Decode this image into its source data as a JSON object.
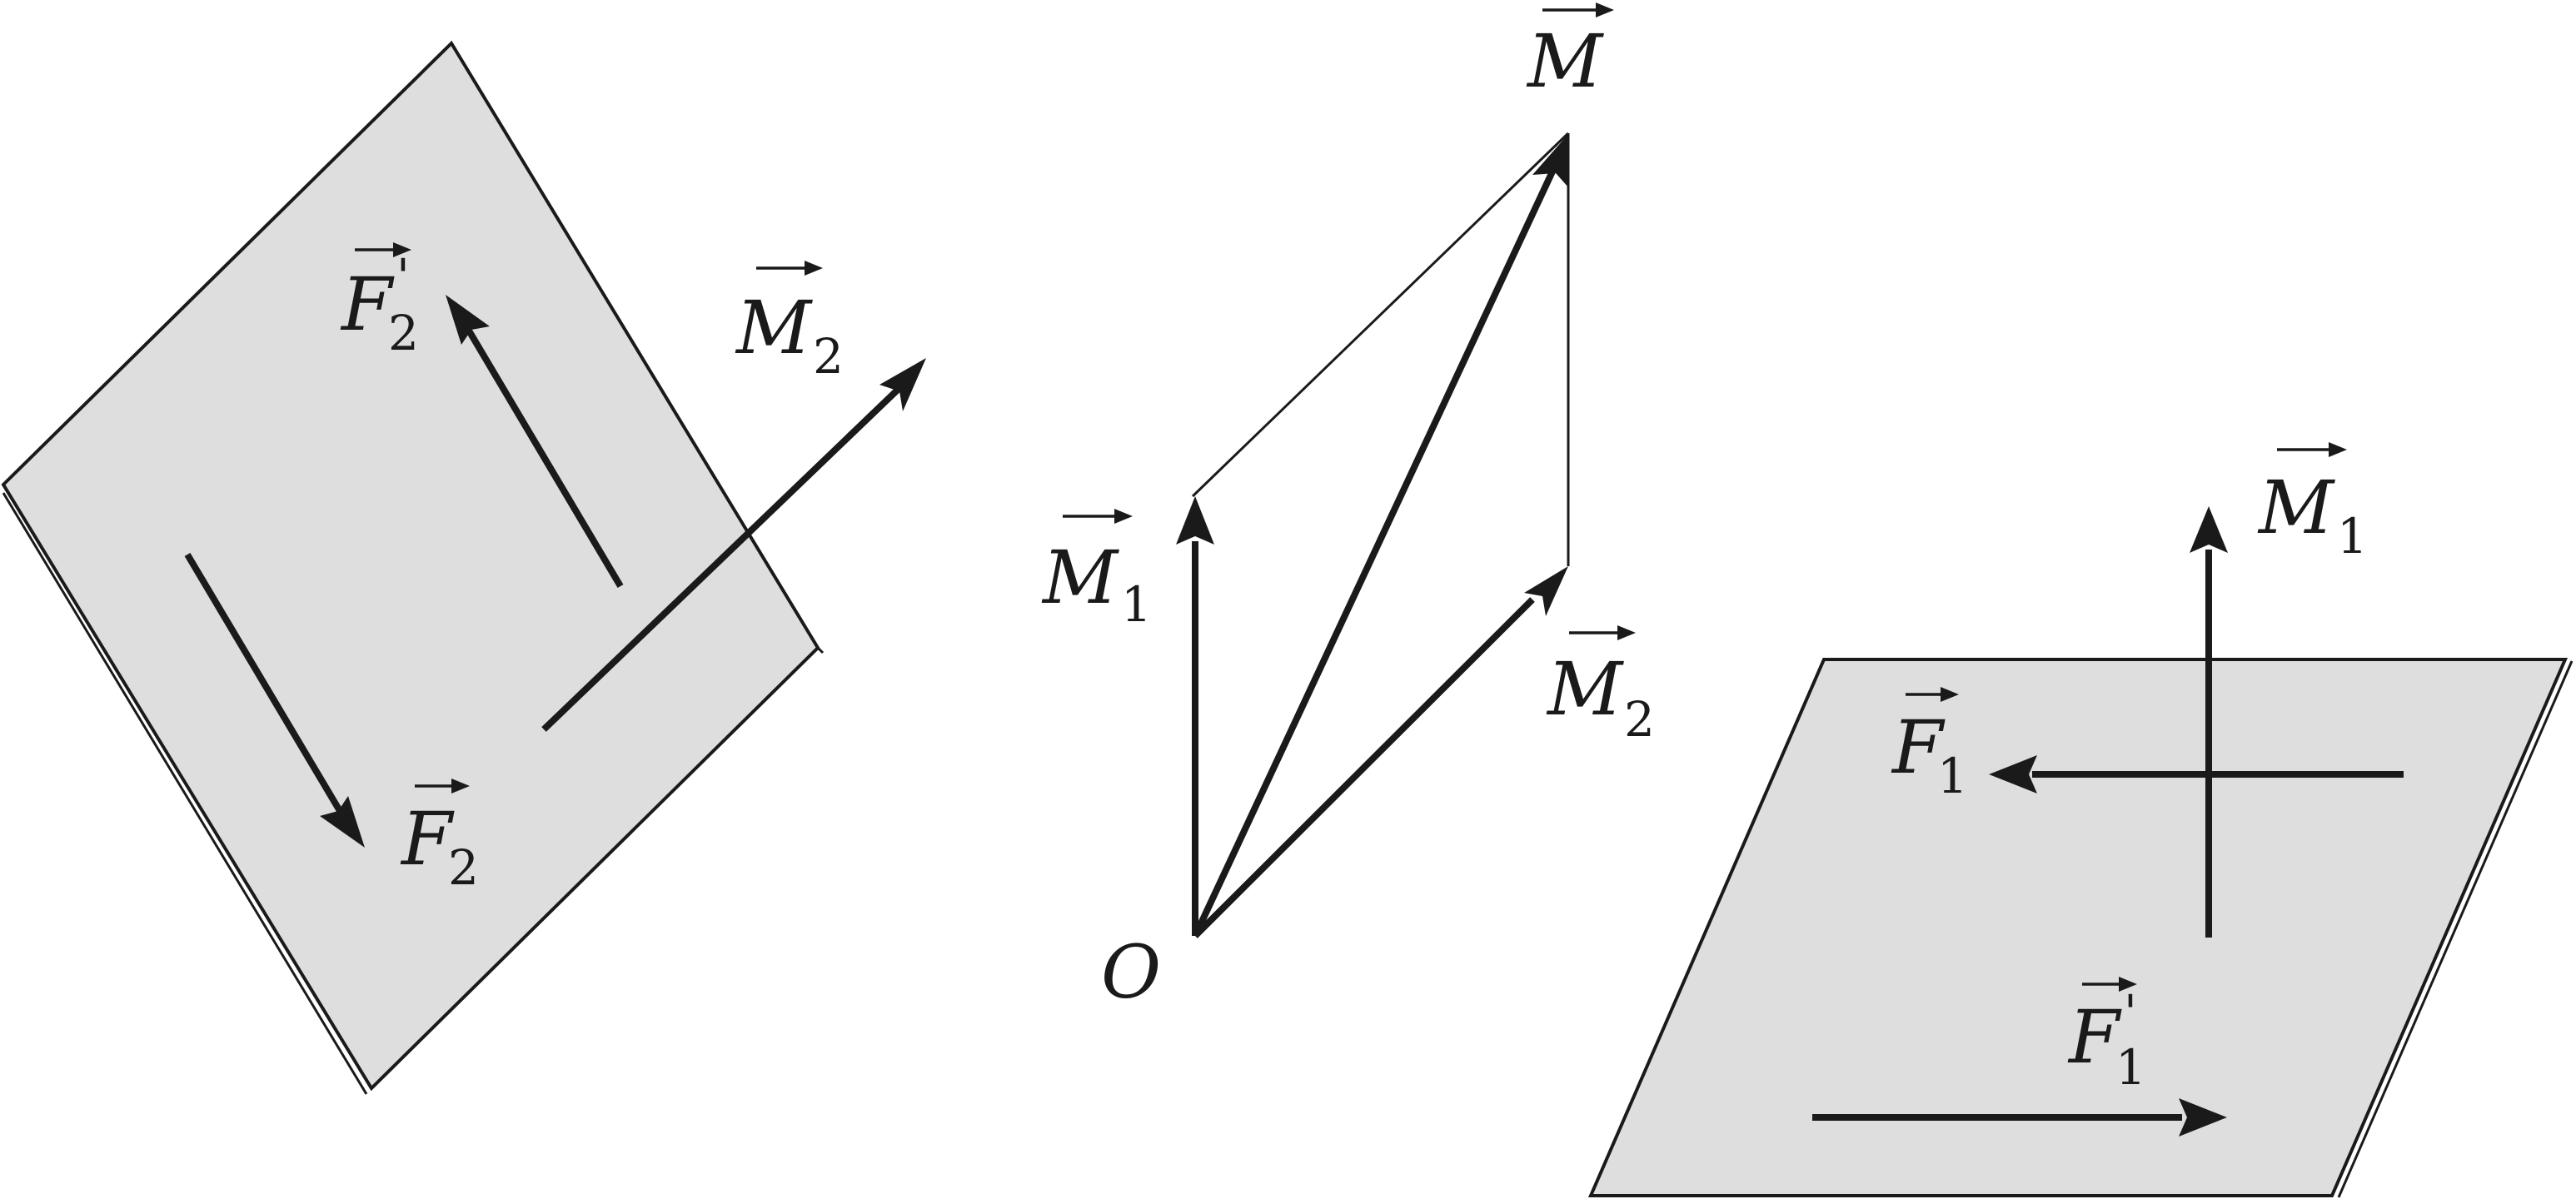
{
  "labels": {
    "m": "M",
    "m1_left": "M",
    "m1_left_sub": "1",
    "m2_mid": "M",
    "m2_mid_sub": "2",
    "origin": "O",
    "m2_top": "M",
    "m2_top_sub": "2",
    "f2_prime": "F",
    "f2_prime_sub": "2",
    "f2_prime_mark": "'",
    "f2": "F",
    "f2_sub": "2",
    "m1_right": "M",
    "m1_right_sub": "1",
    "f1": "F",
    "f1_sub": "1",
    "f1_prime": "F",
    "f1_prime_sub": "1",
    "f1_prime_mark": "'"
  },
  "colors": {
    "stroke": "#1a1a1a",
    "plane_fill": "#dedede",
    "background": "#ffffff"
  }
}
